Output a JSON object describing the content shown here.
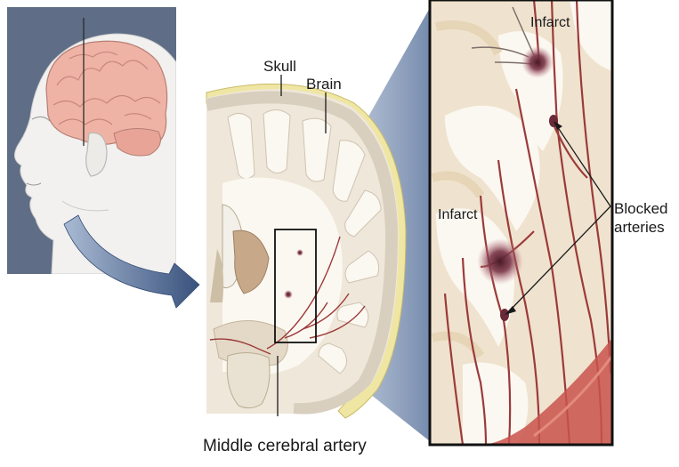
{
  "labels": {
    "skull": "Skull",
    "brain": "Brain",
    "infarct_top": "Infarct",
    "infarct_left": "Infarct",
    "blocked_line1": "Blocked",
    "blocked_line2": "arteries",
    "mca": "Middle cerebral artery"
  },
  "colors": {
    "head_panel_bg": "#5f6e86",
    "brain_pink": "#efb3a6",
    "skull_yellow": "#efe6a3",
    "tissue_cream": "#efe7da",
    "white_matter": "#fbf8f1",
    "artery_red": "#9c3a3a",
    "infarct_dark": "#6a2a38",
    "arrow_blue": "#4a6a9a",
    "zoom_frame": "#111111"
  },
  "icons": [
    "head-profile-illustration",
    "brain-coronal-section-illustration",
    "zoomed-cortex-illustration",
    "curved-arrow"
  ]
}
